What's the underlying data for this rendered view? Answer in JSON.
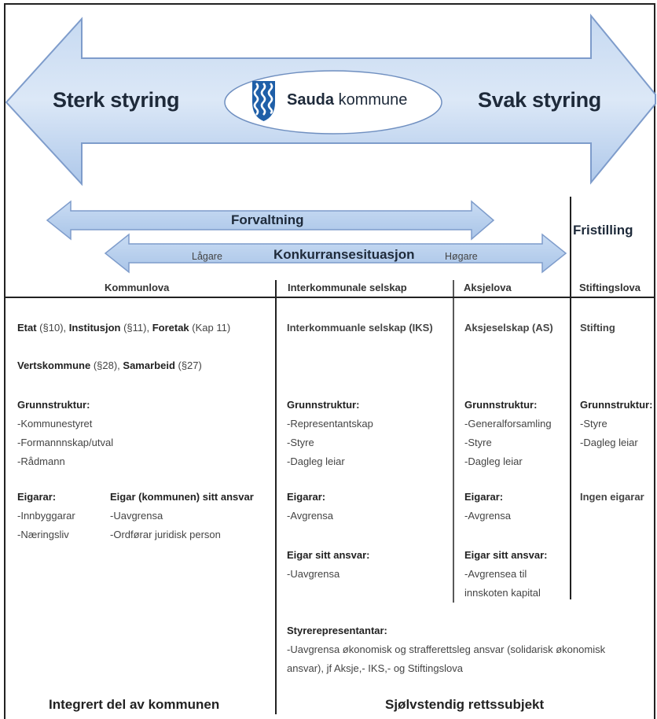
{
  "top_arrow": {
    "left": "Sterk styring",
    "right": "Svak styring"
  },
  "logo": {
    "name_bold": "Sauda",
    "name_rest": " kommune"
  },
  "forvaltning": "Forvaltning",
  "fristilling": "Fristilling",
  "konkurranse": {
    "label": "Konkurransesituasjon",
    "low": "Lågare",
    "high": "Høgare"
  },
  "columns": [
    "Kommunlova",
    "Interkommunale selskap",
    "Aksjelova",
    "Stiftingslova"
  ],
  "col1": {
    "line1": [
      {
        "t": "Etat ",
        "b": true
      },
      {
        "t": "(§10), ",
        "b": false
      },
      {
        "t": "Institusjon ",
        "b": true
      },
      {
        "t": "(§11), ",
        "b": false
      },
      {
        "t": "Foretak ",
        "b": true
      },
      {
        "t": "(Kap 11)",
        "b": false
      }
    ],
    "line2": [
      {
        "t": "Vertskommune ",
        "b": true
      },
      {
        "t": "(§28), ",
        "b": false
      },
      {
        "t": "Samarbeid ",
        "b": true
      },
      {
        "t": "(§27)",
        "b": false
      }
    ],
    "grunn_title": "Grunnstruktur:",
    "grunn_items": [
      "-Kommunestyret",
      "-Formannnskap/utval",
      "-Rådmann"
    ],
    "eigarar_title": "Eigarar:",
    "eigarar_items": [
      "-Innbyggarar",
      "-Næringsliv"
    ],
    "ansvar_title": "Eigar (kommunen) sitt ansvar",
    "ansvar_items": [
      "-Uavgrensa",
      "-Ordførar juridisk person"
    ]
  },
  "col2": {
    "title": "Interkommuanle selskap (IKS)",
    "grunn_title": "Grunnstruktur:",
    "grunn_items": [
      "-Representantskap",
      "-Styre",
      "-Dagleg leiar"
    ],
    "eigarar_title": "Eigarar:",
    "eigarar_items": [
      "-Avgrensa"
    ],
    "ansvar_title": "Eigar sitt ansvar:",
    "ansvar_items": [
      "-Uavgrensa"
    ]
  },
  "col3": {
    "title": "Aksjeselskap (AS)",
    "grunn_title": "Grunnstruktur:",
    "grunn_items": [
      "-Generalforsamling",
      "-Styre",
      "-Dagleg leiar"
    ],
    "eigarar_title": "Eigarar:",
    "eigarar_items": [
      "-Avgrensa"
    ],
    "ansvar_title": "Eigar sitt ansvar:",
    "ansvar_items": [
      "-Avgrensea til",
      "innskoten kapital"
    ]
  },
  "col4": {
    "title": "Stifting",
    "grunn_title": "Grunnstruktur:",
    "grunn_items": [
      "-Styre",
      "-Dagleg leiar"
    ],
    "eigarar_title": "Ingen eigarar"
  },
  "styre": {
    "title": "Styrerepresentantar:",
    "lines": [
      "-Uavgrensa økonomisk og strafferettsleg ansvar (solidarisk økonomisk",
      "ansvar), jf Aksje,- IKS,- og Stiftingslova"
    ]
  },
  "footer": {
    "left": "Integrert del av kommunen",
    "right": "Sjølvstendig rettssubjekt"
  }
}
